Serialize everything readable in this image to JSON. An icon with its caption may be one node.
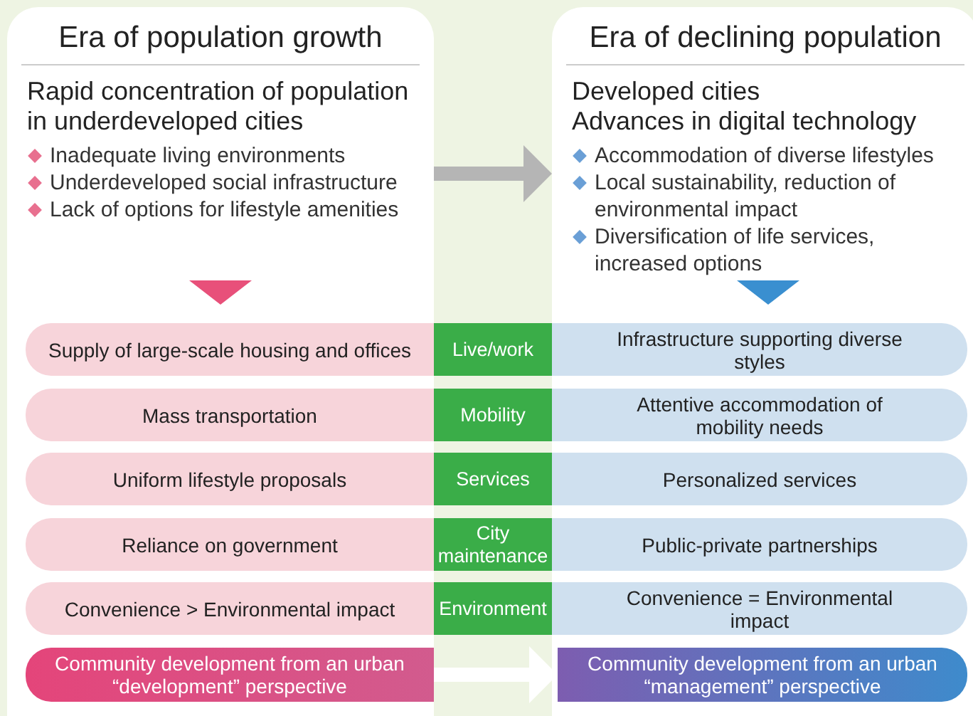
{
  "diagram": {
    "nodes": [
      {
        "text": [
          "Era of population growth",
          "Rapid concentration of population in underdeveloped cities",
          "Inadequate living environments",
          "Underdeveloped social infrastructure",
          "Lack of options for lifestyle amenities"
        ]
      },
      {
        "text": [
          "Era of declining population",
          "Developed cities",
          "Advances in digital technology",
          "Accommodation of diverse lifestyles",
          "Local sustainability, reduction of environmental impact",
          "Diversification of life services, increased options"
        ]
      },
      {
        "text": [
          "Supply of large-scale housing and offices"
        ],
        "in": 0
      },
      {
        "text": [
          "Live/work"
        ]
      },
      {
        "text": [
          "Infrastructure supporting diverse styles"
        ],
        "in": 1
      },
      {
        "text": [
          "Mass transportation"
        ],
        "in": 0
      },
      {
        "text": [
          "Mobility"
        ]
      },
      {
        "text": [
          "Attentive accommodation of mobility needs"
        ],
        "in": 1
      },
      {
        "text": [
          "Uniform lifestyle proposals"
        ],
        "in": 0
      },
      {
        "text": [
          "Services"
        ]
      },
      {
        "text": [
          "Personalized services"
        ],
        "in": 1
      },
      {
        "text": [
          "Reliance on government"
        ],
        "in": 0
      },
      {
        "text": [
          "City maintenance"
        ]
      },
      {
        "text": [
          "Public-private partnerships"
        ],
        "in": 1
      },
      {
        "text": [
          "Convenience > Environmental impact"
        ],
        "in": 0
      },
      {
        "text": [
          "Environment"
        ]
      },
      {
        "text": [
          "Convenience = Environmental impact"
        ],
        "in": 1
      },
      {
        "text": [
          "Community development from an urban “development” perspective"
        ],
        "in": 0
      },
      {
        "text": [
          "Community development from an urban “management” perspective"
        ],
        "in": 1
      }
    ],
    "edges": [
      {
        "from": 0,
        "to": 1,
        "arrow": "to",
        "color": "#b5b5b5"
      },
      {
        "from": 17,
        "to": 18,
        "arrow": "to",
        "color": "#ffffff"
      }
    ]
  }
}
